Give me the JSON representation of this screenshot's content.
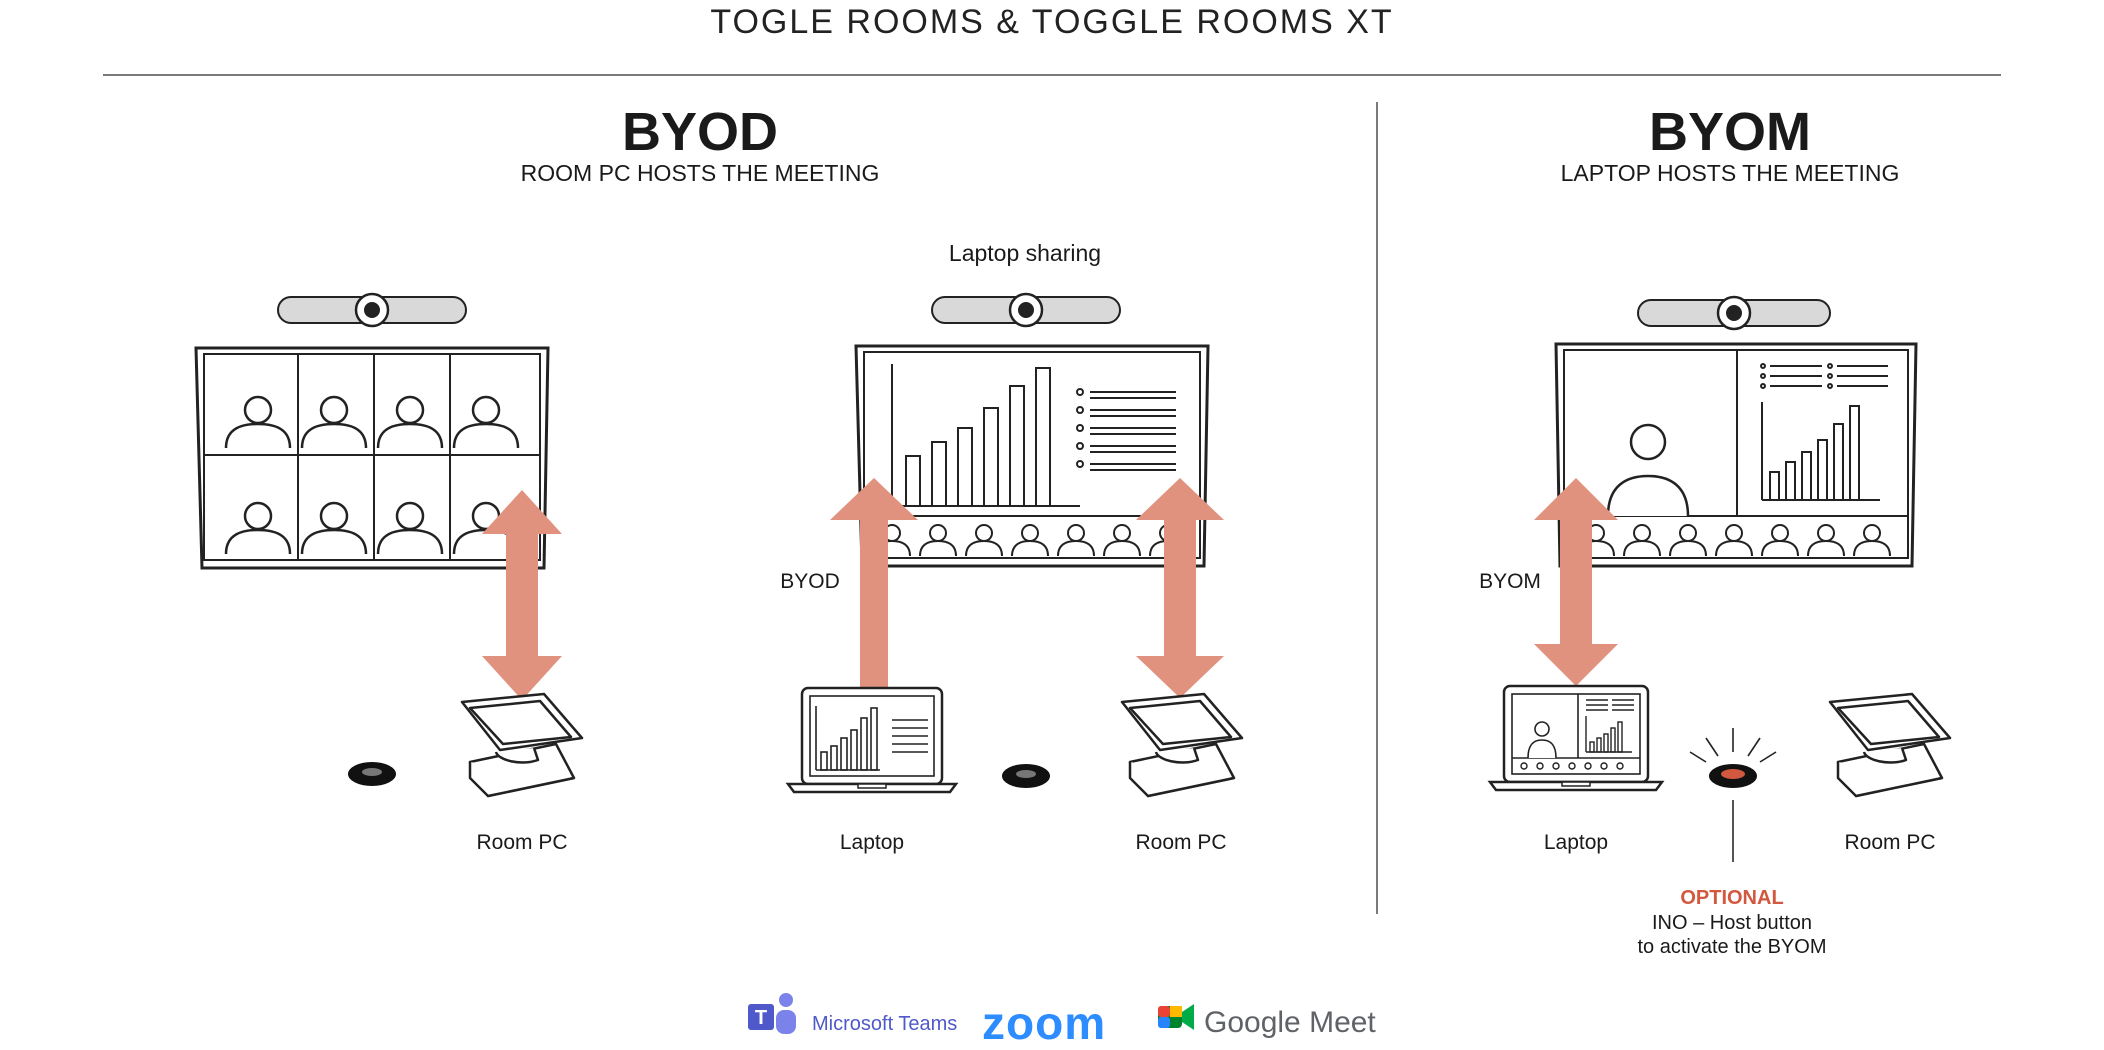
{
  "page": {
    "title": "TOGLE ROOMS & TOGGLE ROOMS XT"
  },
  "byod": {
    "heading": "BYOD",
    "subheading": "ROOM PC HOSTS THE MEETING",
    "sharing_caption": "Laptop sharing",
    "byod_arrow_label": "BYOD",
    "left_device_label": "Room PC",
    "laptop_label": "Laptop",
    "right_device_label": "Room PC"
  },
  "byom": {
    "heading": "BYOM",
    "subheading": "LAPTOP HOSTS THE MEETING",
    "byom_arrow_label": "BYOM",
    "laptop_label": "Laptop",
    "room_pc_label": "Room PC",
    "optional_label": "OPTIONAL",
    "note_line1": "INO – Host button",
    "note_line2": "to activate the BYOM"
  },
  "logos": {
    "teams_text": "Microsoft Teams",
    "zoom_text": "zoom",
    "meet_text": "Google Meet"
  },
  "colors": {
    "arrow": "#e0927e",
    "accent": "#d2593f",
    "line": "#222222",
    "camera_bar": "#d9d9d9"
  }
}
